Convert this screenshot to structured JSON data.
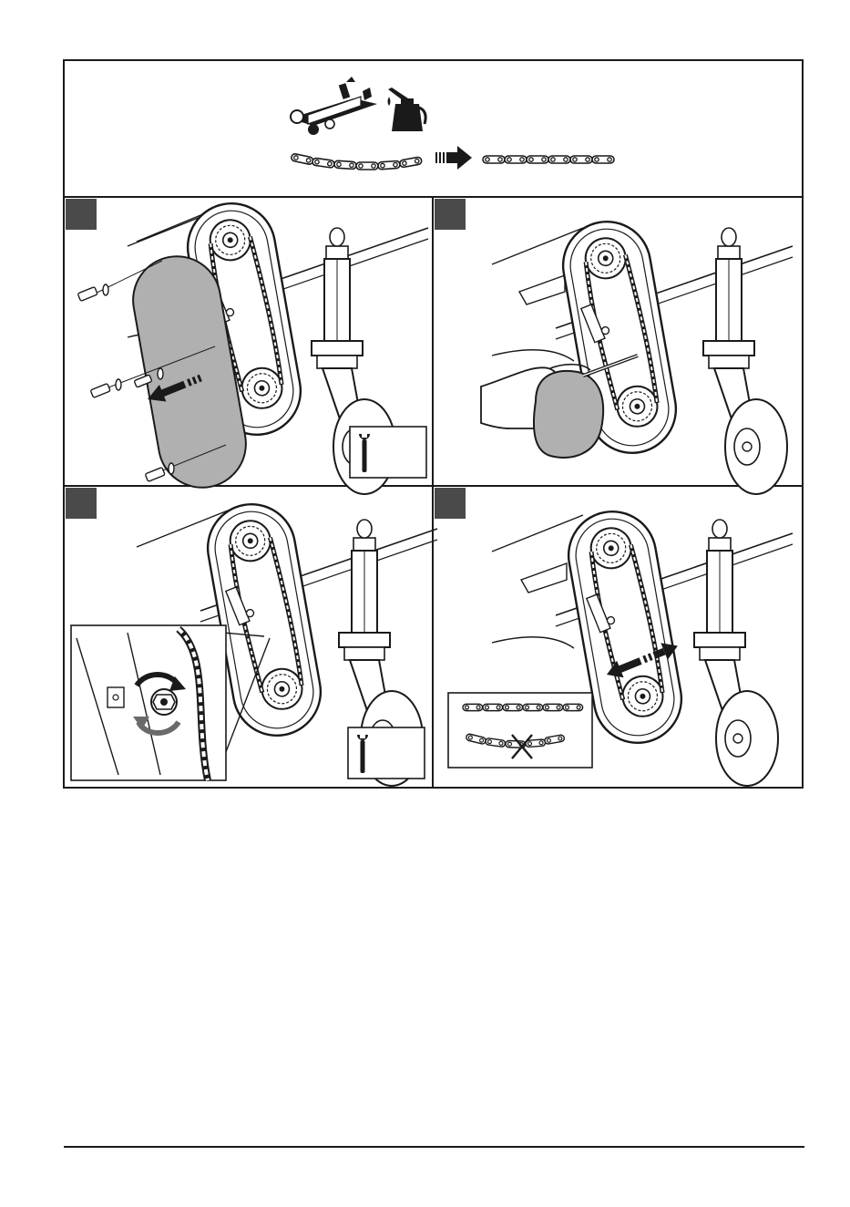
{
  "document": {
    "header_panel": {
      "icons": [
        "cutting-deck-icon",
        "oil-can-icon",
        "slack-chain-icon",
        "arrow-right-icon",
        "taut-chain-icon"
      ]
    },
    "steps": [
      {
        "id": "step-1",
        "icons": [
          "screw-icon",
          "washer-icon",
          "chain-cover-icon",
          "arrow-icon",
          "wrench-icon"
        ]
      },
      {
        "id": "step-2",
        "icons": [
          "hand-icon",
          "oil-can-icon",
          "chain-case-icon"
        ]
      },
      {
        "id": "step-3",
        "icons": [
          "tension-bolt-icon",
          "rotate-arrows-icon",
          "wrench-icon"
        ]
      },
      {
        "id": "step-4",
        "icons": [
          "double-arrow-icon",
          "taut-chain-icon",
          "slack-chain-icon",
          "cross-icon"
        ]
      }
    ],
    "colors": {
      "ink": "#1a1a1a",
      "step_badge": "#4a4a4a",
      "cover_fill": "#b0b0b0",
      "paper": "#ffffff"
    }
  }
}
